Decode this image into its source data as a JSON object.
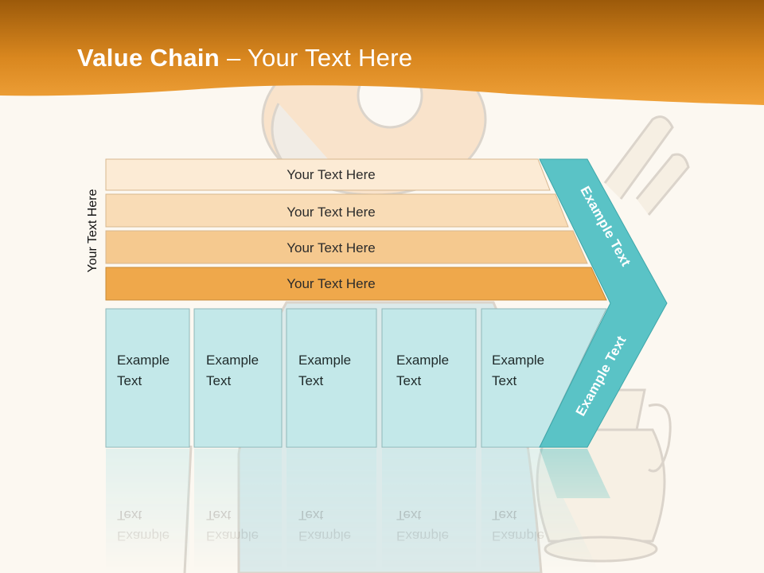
{
  "slide": {
    "title_bold": "Value Chain",
    "title_rest": " – Your Text Here",
    "side_label": "Your Text Here"
  },
  "rows": [
    {
      "label": "Your Text Here",
      "fill": "#fcebd5"
    },
    {
      "label": "Your Text Here",
      "fill": "#f9dcb6"
    },
    {
      "label": "Your Text Here",
      "fill": "#f5c98f"
    },
    {
      "label": "Your Text Here",
      "fill": "#efa84b"
    }
  ],
  "columns": [
    {
      "line1": "Example",
      "line2": "Text"
    },
    {
      "line1": "Example",
      "line2": "Text"
    },
    {
      "line1": "Example",
      "line2": "Text"
    },
    {
      "line1": "Example",
      "line2": "Text"
    },
    {
      "line1": "Example",
      "line2": "Text"
    }
  ],
  "arrow": {
    "upper_text": "Example Text",
    "lower_text": "Example Text",
    "fill": "#5ac3c6"
  },
  "colors": {
    "banner_dark": "#b5690c",
    "banner_light": "#f0a23a",
    "cell_fill": "#c3e8e9",
    "cell_stroke": "#8fb8b9"
  }
}
